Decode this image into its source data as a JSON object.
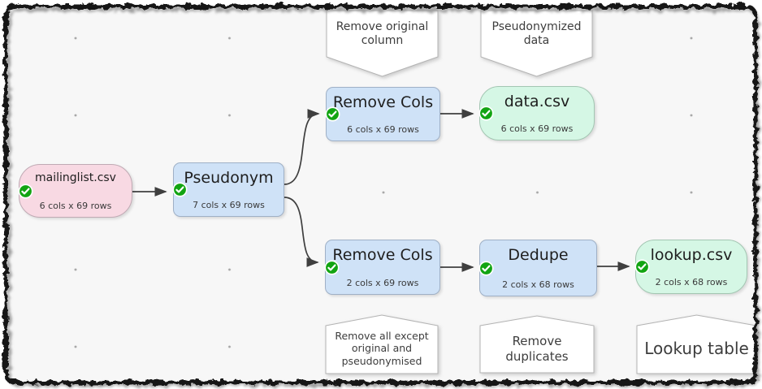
{
  "app": {
    "description": "Data transform flow canvas",
    "background_color": "#f7f7f7",
    "arrow_color": "#3f3f3f"
  },
  "nodes": [
    {
      "label": "mailinglist.csv",
      "stats": "6 cols x 69 rows",
      "kind": "input-file",
      "status": "ok",
      "color": "#f8d9e3"
    },
    {
      "label": "Pseudonym",
      "stats": "7 cols x 69 rows",
      "kind": "transform",
      "status": "ok",
      "color": "#cfe2f7"
    },
    {
      "label": "Remove Cols",
      "stats": "6 cols x 69 rows",
      "kind": "transform",
      "status": "ok",
      "color": "#cfe2f7"
    },
    {
      "label": "data.csv",
      "stats": "6 cols x 69 rows",
      "kind": "output-file",
      "status": "ok",
      "color": "#d5f7e5"
    },
    {
      "label": "Remove Cols",
      "stats": "2 cols x 69 rows",
      "kind": "transform",
      "status": "ok",
      "color": "#cfe2f7"
    },
    {
      "label": "Dedupe",
      "stats": "2 cols x 68 rows",
      "kind": "transform",
      "status": "ok",
      "color": "#cfe2f7"
    },
    {
      "label": "lookup.csv",
      "stats": "2 cols x 68 rows",
      "kind": "output-file",
      "status": "ok",
      "color": "#d5f7e5"
    }
  ],
  "callouts": [
    {
      "text": "Remove original column",
      "points_to": "Remove Cols (top)"
    },
    {
      "text": "Pseudonymized data",
      "points_to": "data.csv"
    },
    {
      "text": "Remove all except original and pseudonymised",
      "points_to": "Remove Cols (bottom)"
    },
    {
      "text": "Remove duplicates",
      "points_to": "Dedupe"
    },
    {
      "text": "Lookup table",
      "points_to": "lookup.csv"
    }
  ],
  "connections": [
    {
      "from": "mailinglist.csv",
      "to": "Pseudonym"
    },
    {
      "from": "Pseudonym",
      "to": "Remove Cols (top)"
    },
    {
      "from": "Pseudonym",
      "to": "Remove Cols (bottom)"
    },
    {
      "from": "Remove Cols (top)",
      "to": "data.csv"
    },
    {
      "from": "Remove Cols (bottom)",
      "to": "Dedupe"
    },
    {
      "from": "Dedupe",
      "to": "lookup.csv"
    }
  ],
  "icons": {
    "status_ok": "check-circle"
  }
}
